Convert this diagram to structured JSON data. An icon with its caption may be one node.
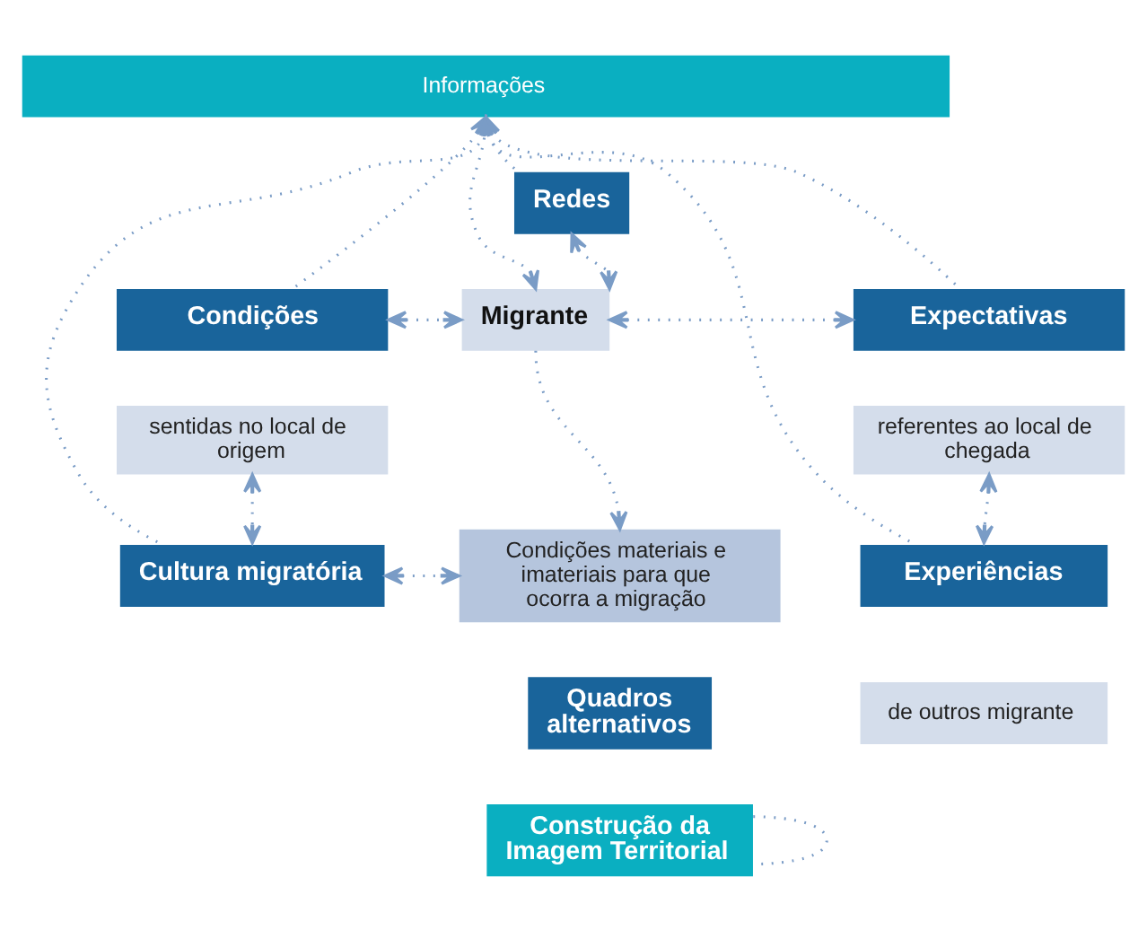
{
  "diagram": {
    "nodes": [
      {
        "text": [
          "Informações"
        ]
      },
      {
        "text": [
          "Redes"
        ]
      },
      {
        "text": [
          "Condições"
        ]
      },
      {
        "text": [
          "sentidas no local de origem"
        ]
      },
      {
        "text": [
          "Migrante"
        ]
      },
      {
        "text": [
          "Expectativas"
        ]
      },
      {
        "text": [
          "referentes ao local de chegada"
        ]
      },
      {
        "text": [
          "Cultura migratória"
        ]
      },
      {
        "text": [
          "Condições materiais e imateriais para que ocorra a migração"
        ]
      },
      {
        "text": [
          "Experiências"
        ]
      },
      {
        "text": [
          "de outros migrante"
        ]
      },
      {
        "text": [
          "Quadros alternativos"
        ]
      },
      {
        "text": [
          "Construção da Imagem Territorial"
        ]
      }
    ],
    "edges": [
      {
        "from": 7,
        "to": 0,
        "arrow": "to"
      },
      {
        "from": 2,
        "to": 0,
        "arrow": "to"
      },
      {
        "from": 0,
        "to": 4,
        "arrow": "to"
      },
      {
        "from": 1,
        "to": 0,
        "arrow": "to"
      },
      {
        "from": 1,
        "to": 4,
        "arrow": "both"
      },
      {
        "from": 5,
        "to": 0,
        "arrow": "to"
      },
      {
        "from": 9,
        "to": 0,
        "arrow": "to"
      },
      {
        "from": 2,
        "to": 4,
        "arrow": "both"
      },
      {
        "from": 4,
        "to": 5,
        "arrow": "both"
      },
      {
        "from": 3,
        "to": 7,
        "arrow": "both"
      },
      {
        "from": 4,
        "to": 8,
        "arrow": "to"
      },
      {
        "from": 7,
        "to": 8,
        "arrow": "both"
      },
      {
        "from": 6,
        "to": 9,
        "arrow": "both"
      },
      {
        "from": 12,
        "to": 12,
        "arrow": "none"
      }
    ]
  }
}
